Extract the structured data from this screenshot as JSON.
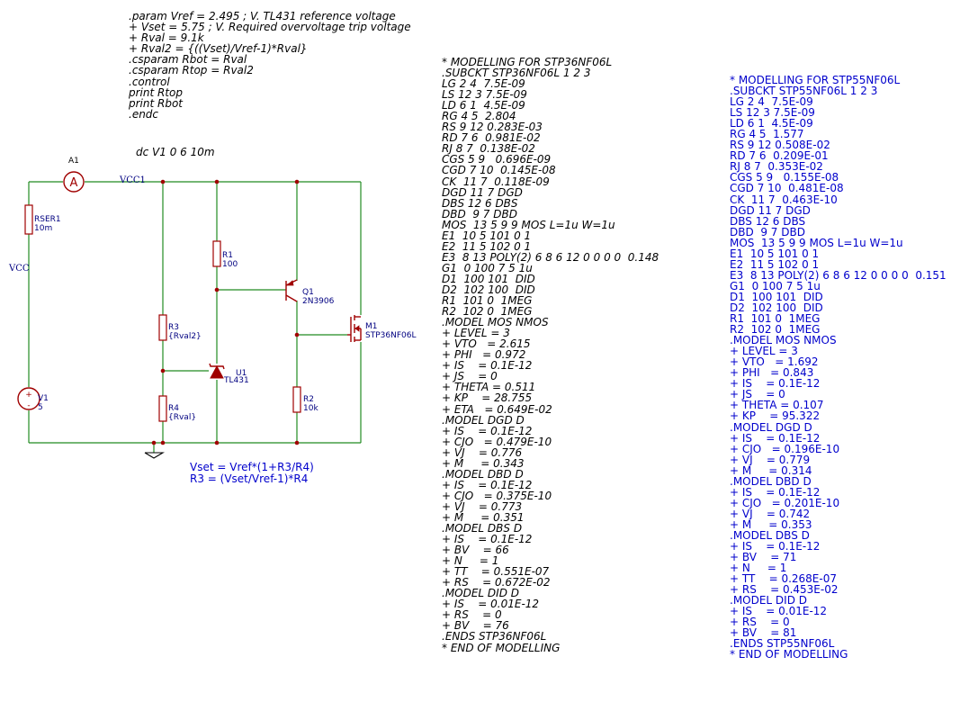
{
  "directives": [
    ".param Vref = 2.495 ; V. TL431 reference voltage",
    "+ Vset = 5.75 ; V. Required overvoltage trip voltage",
    "+ Rval = 9.1k",
    "+ Rval2 = {((Vset)/Vref-1)*Rval}",
    ".csparam Rbot = Rval",
    ".csparam Rtop = Rval2",
    ".control",
    "print Rtop",
    "print Rbot",
    ".endc"
  ],
  "analysis": "dc V1 0 6 10m",
  "note": [
    "Vset = Vref*(1+R3/R4)",
    "R3 = (Vset/Vref-1)*R4"
  ],
  "schematic": {
    "ammeter": {
      "ref": "A1",
      "symbol": "A"
    },
    "net_vcc1": "VCC1",
    "net_vcc": "VCC",
    "rser": {
      "ref": "RSER1",
      "value": "10m"
    },
    "v1": {
      "ref": "V1",
      "value": "5",
      "plus": "+",
      "minus": "-"
    },
    "r1": {
      "ref": "R1",
      "value": "100"
    },
    "r2": {
      "ref": "R2",
      "value": "10k"
    },
    "r3": {
      "ref": "R3",
      "value": "{Rval2}"
    },
    "r4": {
      "ref": "R4",
      "value": "{Rval}"
    },
    "u1": {
      "ref": "U1",
      "value": "TL431"
    },
    "q1": {
      "ref": "Q1",
      "value": "2N3906"
    },
    "m1": {
      "ref": "M1",
      "value": "STP36NF06L"
    }
  },
  "model_stp36": [
    "* MODELLING FOR STP36NF06L",
    ".SUBCKT STP36NF06L 1 2 3",
    "LG 2 4  7.5E-09",
    "LS 12 3 7.5E-09",
    "LD 6 1  4.5E-09",
    "RG 4 5  2.804",
    "RS 9 12 0.283E-03",
    "RD 7 6  0.981E-02",
    "RJ 8 7  0.138E-02",
    "CGS 5 9   0.696E-09",
    "CGD 7 10  0.145E-08",
    "CK  11 7  0.118E-09",
    "DGD 11 7 DGD",
    "DBS 12 6 DBS",
    "DBD  9 7 DBD",
    "MOS  13 5 9 9 MOS L=1u W=1u",
    "E1  10 5 101 0 1",
    "E2  11 5 102 0 1",
    "E3  8 13 POLY(2) 6 8 6 12 0 0 0 0  0.148",
    "G1  0 100 7 5 1u",
    "D1  100 101  DID",
    "D2  102 100  DID",
    "R1  101 0  1MEG",
    "R2  102 0  1MEG",
    ".MODEL MOS NMOS",
    "+ LEVEL = 3",
    "+ VTO   = 2.615",
    "+ PHI   = 0.972",
    "+ IS    = 0.1E-12",
    "+ JS    = 0",
    "+ THETA = 0.511",
    "+ KP    = 28.755",
    "+ ETA   = 0.649E-02",
    ".MODEL DGD D",
    "+ IS    = 0.1E-12",
    "+ CJO   = 0.479E-10",
    "+ VJ    = 0.776",
    "+ M     = 0.343",
    ".MODEL DBD D",
    "+ IS    = 0.1E-12",
    "+ CJO   = 0.375E-10",
    "+ VJ    = 0.773",
    "+ M     = 0.351",
    ".MODEL DBS D",
    "+ IS    = 0.1E-12",
    "+ BV    = 66",
    "+ N     = 1",
    "+ TT    = 0.551E-07",
    "+ RS    = 0.672E-02",
    ".MODEL DID D",
    "+ IS    = 0.01E-12",
    "+ RS    = 0",
    "+ BV    = 76",
    ".ENDS STP36NF06L",
    "* END OF MODELLING"
  ],
  "model_stp55": [
    "* MODELLING FOR STP55NF06L",
    ".SUBCKT STP55NF06L 1 2 3",
    "LG 2 4  7.5E-09",
    "LS 12 3 7.5E-09",
    "LD 6 1  4.5E-09",
    "RG 4 5  1.577",
    "RS 9 12 0.508E-02",
    "RD 7 6  0.209E-01",
    "RJ 8 7  0.353E-02",
    "CGS 5 9   0.155E-08",
    "CGD 7 10  0.481E-08",
    "CK  11 7  0.463E-10",
    "DGD 11 7 DGD",
    "DBS 12 6 DBS",
    "DBD  9 7 DBD",
    "MOS  13 5 9 9 MOS L=1u W=1u",
    "E1  10 5 101 0 1",
    "E2  11 5 102 0 1",
    "E3  8 13 POLY(2) 6 8 6 12 0 0 0 0  0.151",
    "G1  0 100 7 5 1u",
    "D1  100 101  DID",
    "D2  102 100  DID",
    "R1  101 0  1MEG",
    "R2  102 0  1MEG",
    ".MODEL MOS NMOS",
    "+ LEVEL = 3",
    "+ VTO   = 1.692",
    "+ PHI   = 0.843",
    "+ IS    = 0.1E-12",
    "+ JS    = 0",
    "+ THETA = 0.107",
    "+ KP    = 95.322",
    ".MODEL DGD D",
    "+ IS    = 0.1E-12",
    "+ CJO   = 0.196E-10",
    "+ VJ    = 0.779",
    "+ M     = 0.314",
    ".MODEL DBD D",
    "+ IS    = 0.1E-12",
    "+ CJO   = 0.201E-10",
    "+ VJ    = 0.742",
    "+ M     = 0.353",
    ".MODEL DBS D",
    "+ IS    = 0.1E-12",
    "+ BV    = 71",
    "+ N     = 1",
    "+ TT    = 0.268E-07",
    "+ RS    = 0.453E-02",
    ".MODEL DID D",
    "+ IS    = 0.01E-12",
    "+ RS    = 0",
    "+ BV    = 81",
    ".ENDS STP55NF06L",
    "* END OF MODELLING"
  ],
  "colors": {
    "wire": "#228b22",
    "component": "#a00000",
    "label": "#000080",
    "model_blue": "#0000cc",
    "text": "#000000",
    "background": "#ffffff"
  }
}
